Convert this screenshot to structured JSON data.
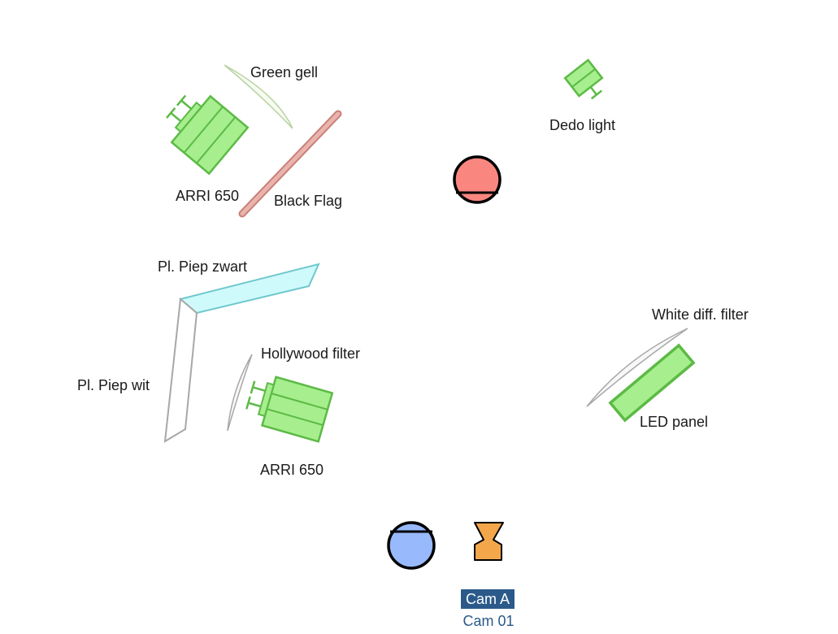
{
  "labels": {
    "arri_top": "ARRI 650",
    "green_gell": "Green gell",
    "black_flag": "Black Flag",
    "dedo_light": "Dedo light",
    "piep_zwart": "Pl. Piep zwart",
    "piep_wit": "Pl. Piep wit",
    "hollywood_filter": "Hollywood filter",
    "arri_bottom": "ARRI 650",
    "white_diff_filter": "White diff. filter",
    "led_panel": "LED panel"
  },
  "camera": {
    "name": "Cam A",
    "id": "Cam 01"
  },
  "colors": {
    "light_fill": "#a6ee8e",
    "light_stroke": "#5cba45",
    "subject": "#f98780",
    "viewer": "#98b9fb",
    "camera": "#f3a74a",
    "flag": "#eab4ae",
    "flag_stroke": "#c98078",
    "board_cyan": "#cffafc",
    "board_cyan_stroke": "#6ec8cc",
    "board_white_stroke": "#a7a7a7",
    "cam_badge": "#2b5a8a"
  }
}
